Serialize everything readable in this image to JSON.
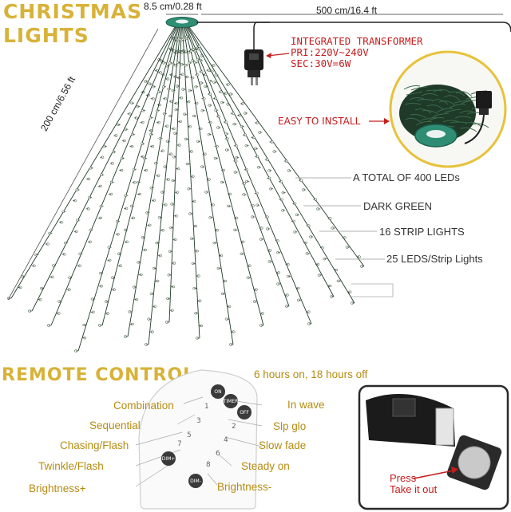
{
  "header": {
    "title_line1": "CHRISTMAS",
    "title_line2": "LIGHTS"
  },
  "dimensions": {
    "ring_diameter": "8.5 cm/0.28 ft",
    "cable_length": "500 cm/16.4 ft",
    "strand_length": "200 cm/6.56 ft"
  },
  "transformer": {
    "line1": "INTEGRATED TRANSFORMER",
    "line2": "PRI:220V~240V",
    "line3": "SEC:30V=6W"
  },
  "install": {
    "label": "EASY TO INSTALL"
  },
  "specs": {
    "total_leds": "A TOTAL OF 400 LEDs",
    "color": "DARK GREEN",
    "strips": "16 STRIP LIGHTS",
    "per_strip": "25 LEDS/Strip Lights"
  },
  "remote": {
    "title": "REMOTE CONTROL",
    "timer": "6 hours on, 18 hours off",
    "left_labels": [
      "Combination",
      "Sequential",
      "Chasing/Flash",
      "Twinkle/Flash",
      "Brightness+"
    ],
    "right_labels": [
      "In wave",
      "Slp glo",
      "Slow fade",
      "Steady on",
      "Brightness-"
    ],
    "buttons": {
      "on": "ON",
      "timer": "TIMER",
      "off": "OFF",
      "dim_plus": "DIM+",
      "dim_minus": "DIM-"
    },
    "numbers": [
      "1",
      "2",
      "3",
      "4",
      "5",
      "6",
      "7",
      "8"
    ]
  },
  "battery": {
    "line1": "Press",
    "line2": "Take it out"
  },
  "colors": {
    "title_gold": "#d8b238",
    "label_gold": "#b58c12",
    "red": "#c61d1d",
    "wire": "#1f3a28",
    "ring": "#2f8d74"
  }
}
